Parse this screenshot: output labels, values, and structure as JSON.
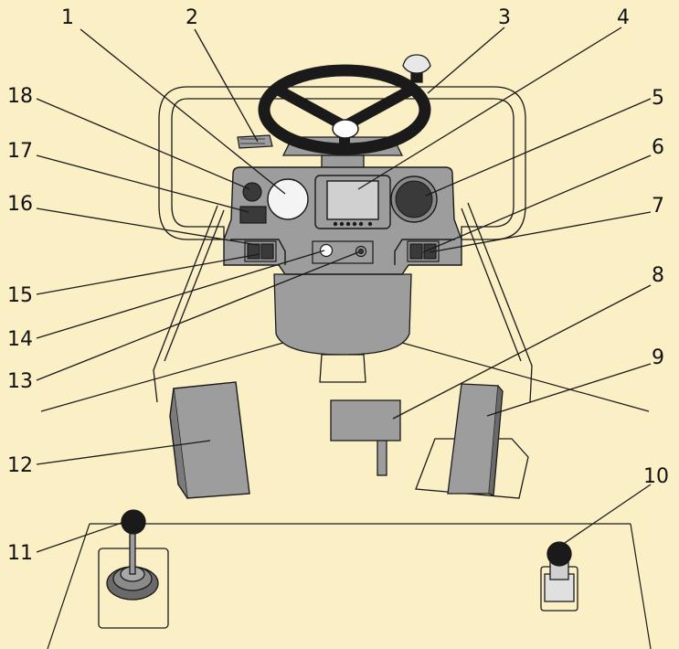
{
  "colors": {
    "background": "#fbefc5",
    "outline": "#1a1a1a",
    "panel_gray": "#9d9d9d",
    "dark_gray": "#3a3a3a",
    "frame_fill": "#fbefc5"
  },
  "callouts": [
    {
      "id": "1",
      "label": "1"
    },
    {
      "id": "2",
      "label": "2"
    },
    {
      "id": "3",
      "label": "3"
    },
    {
      "id": "4",
      "label": "4"
    },
    {
      "id": "5",
      "label": "5"
    },
    {
      "id": "6",
      "label": "6"
    },
    {
      "id": "7",
      "label": "7"
    },
    {
      "id": "8",
      "label": "8"
    },
    {
      "id": "9",
      "label": "9"
    },
    {
      "id": "10",
      "label": "10"
    },
    {
      "id": "11",
      "label": "11"
    },
    {
      "id": "12",
      "label": "12"
    },
    {
      "id": "13",
      "label": "13"
    },
    {
      "id": "14",
      "label": "14"
    },
    {
      "id": "15",
      "label": "15"
    },
    {
      "id": "16",
      "label": "16"
    },
    {
      "id": "17",
      "label": "17"
    },
    {
      "id": "18",
      "label": "18"
    }
  ]
}
